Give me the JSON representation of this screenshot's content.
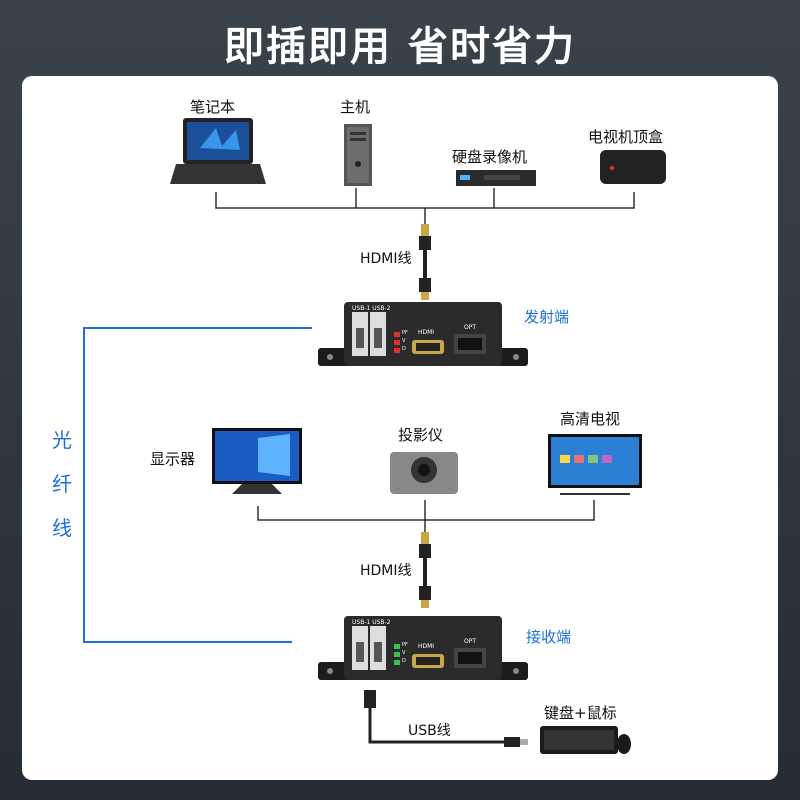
{
  "headline": "即插即用 省时省力",
  "sources": {
    "laptop": "笔记本",
    "desktop": "主机",
    "dvr": "硬盘录像机",
    "settopbox": "电视机顶盒"
  },
  "cable": {
    "hdmi_top": "HDMI线",
    "hdmi_bottom": "HDMI线",
    "usb": "USB线"
  },
  "transmitter": {
    "label": "发射端",
    "port_usb": "USB-1 USB-2",
    "port_hdmi": "HDMI",
    "port_opt": "OPT",
    "leds": "PFVD",
    "led_color": "#e0302a"
  },
  "receiver": {
    "label": "接收端",
    "port_usb": "USB-1 USB-2",
    "port_hdmi": "HDMI",
    "port_opt": "OPT",
    "leds": "PFVD",
    "led_color": "#35c44a"
  },
  "displays": {
    "monitor": "显示器",
    "projector": "投影仪",
    "tv": "高清电视"
  },
  "fiber": {
    "chars": [
      "光",
      "纤",
      "线"
    ]
  },
  "peripherals": "键盘+鼠标",
  "colors": {
    "accent": "#1e6fd6",
    "line": "#333333"
  }
}
